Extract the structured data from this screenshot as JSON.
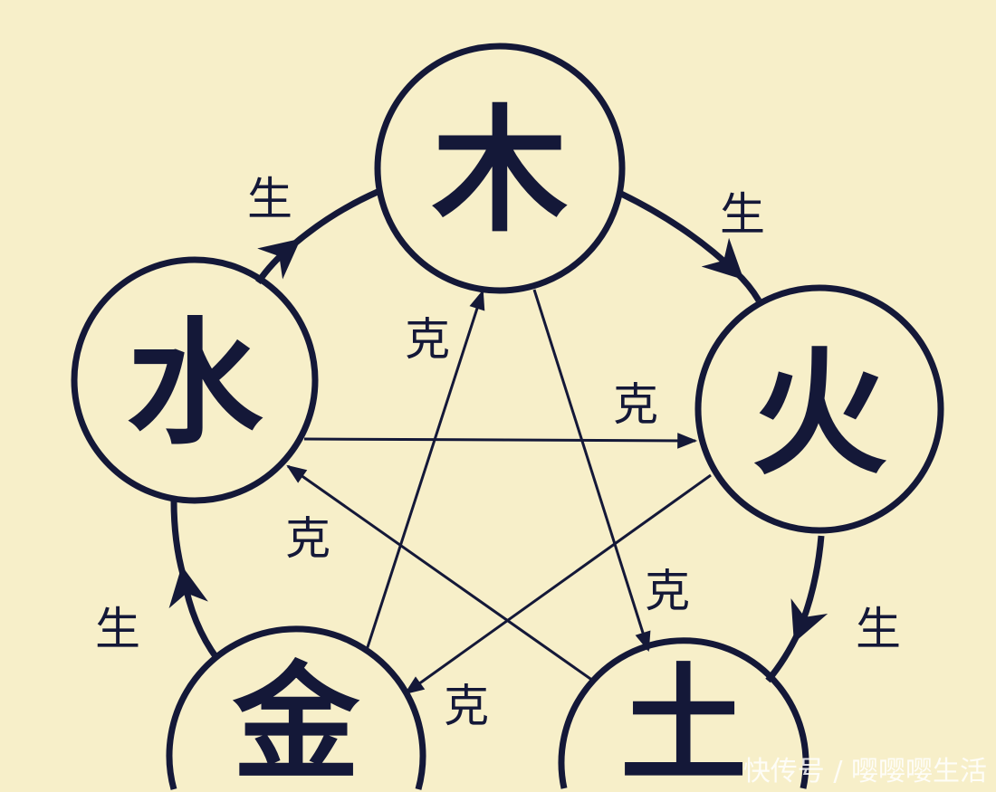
{
  "elements": {
    "wood": "木",
    "fire": "火",
    "earth": "土",
    "metal": "金",
    "water": "水"
  },
  "generate_label": "生",
  "overcome_label": "克",
  "watermark": "快传号 / 嘤嘤嘤生活",
  "colors": {
    "background": "#f7efc9",
    "ink": "#141838"
  }
}
